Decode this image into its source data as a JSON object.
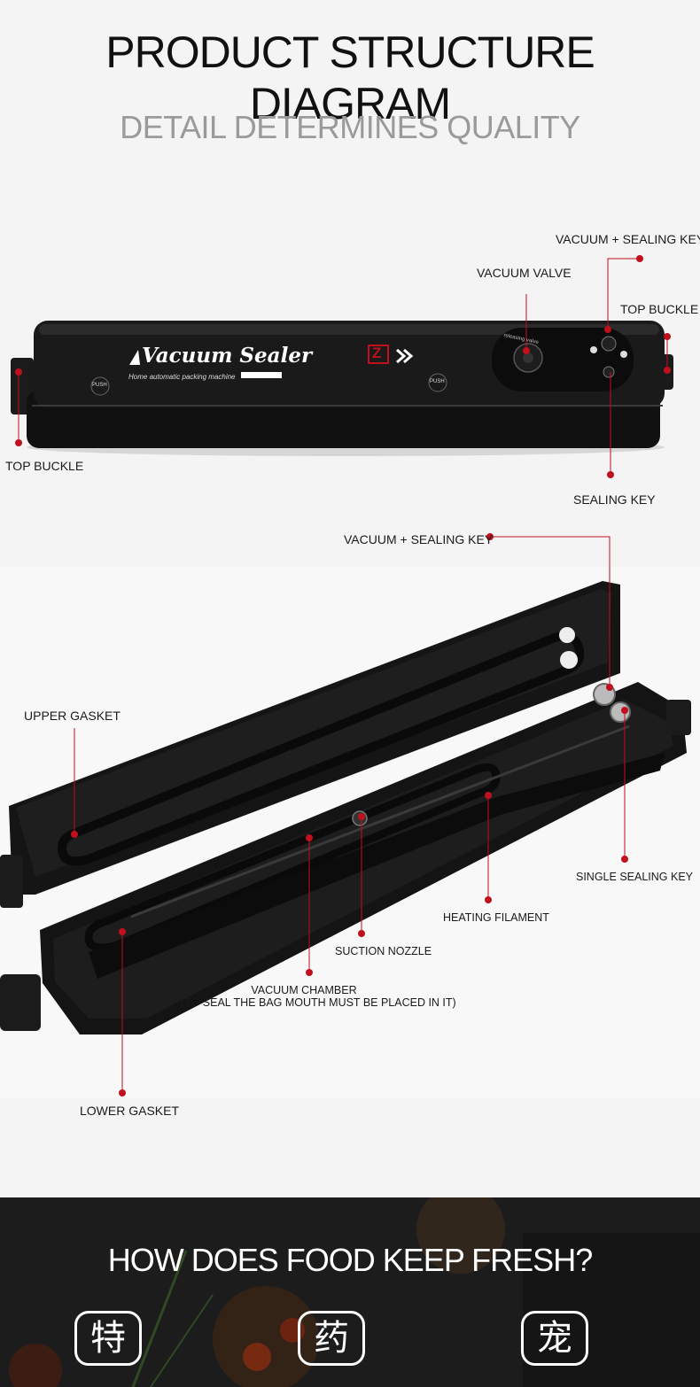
{
  "header": {
    "title": "PRODUCT STRUCTURE DIAGRAM",
    "subtitle": "DETAIL DETERMINES QUALITY"
  },
  "device_top": {
    "brand_text": "Vacuum Sealer",
    "brand_badge": "Z",
    "tagline": "Home automatic packing machine",
    "push_left": "PUSH",
    "push_right": "PUSH",
    "valve_label": "releasing valve"
  },
  "callouts_top": {
    "vacuum_sealing_key": "VACUUM + SEALING KEY",
    "vacuum_valve": "VACUUM VALVE",
    "top_buckle_right": "TOP BUCKLE",
    "top_buckle_left": "TOP BUCKLE",
    "sealing_key": "SEALING KEY"
  },
  "callouts_open": {
    "vacuum_sealing_key": "VACUUM + SEALING KEY",
    "upper_gasket": "UPPER GASKET",
    "single_sealing_key": "SINGLE SEALING KEY",
    "heating_filament": "HEATING FILAMENT",
    "suction_nozzle": "SUCTION NOZZLE",
    "vacuum_chamber": "VACUUM CHAMBER",
    "vacuum_chamber_note": "(TO SEAL THE BAG MOUTH MUST BE PLACED IN IT)",
    "lower_gasket": "LOWER GASKET"
  },
  "footer": {
    "title": "HOW DOES FOOD KEEP FRESH?",
    "badges": [
      "特",
      "药",
      "宠"
    ]
  },
  "colors": {
    "marker": "#c0101e",
    "device": "#151515"
  }
}
